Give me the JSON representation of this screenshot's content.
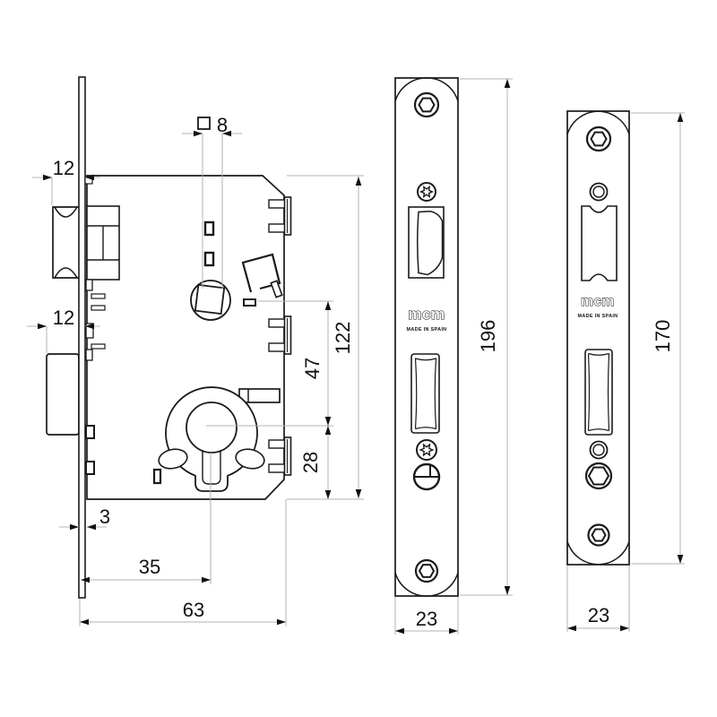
{
  "colors": {
    "background": "#ffffff",
    "outline": "#1a1a1a",
    "dimension_line": "#b3b3b3",
    "text": "#111111"
  },
  "branding": {
    "logo": "mcm",
    "origin": "MADE IN SPAIN"
  },
  "dimensions": {
    "follower_square": "8",
    "latch_projection": "12",
    "deadbolt_projection": "12",
    "forend_thickness": "3",
    "backset": "35",
    "case_depth": "63",
    "follower_to_cylinder": "47",
    "case_height": "122",
    "cylinder_to_bottom": "28",
    "forend_length": "196",
    "forend_width": "23",
    "strike_length": "170",
    "strike_width": "23"
  }
}
